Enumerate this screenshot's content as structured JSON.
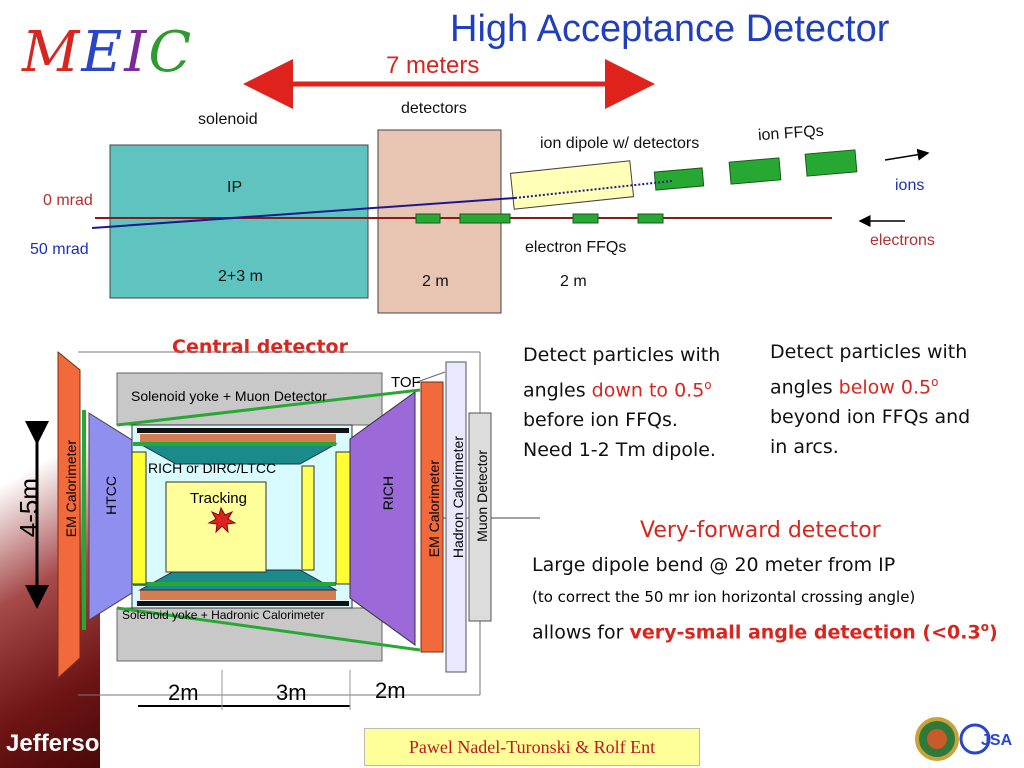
{
  "title": "High Acceptance Detector",
  "logo": {
    "letters": [
      "M",
      "E",
      "I",
      "C"
    ],
    "colors": [
      "#d8261f",
      "#2a46c8",
      "#7a2a9a",
      "#2f9a2f"
    ]
  },
  "top_diagram": {
    "length_label": "7 meters",
    "solenoid": "solenoid",
    "detectors": "detectors",
    "ion_dipole": "ion dipole w/ detectors",
    "ion_ffqs": "ion FFQs",
    "ions": "ions",
    "zero_mrad": "0 mrad",
    "fifty_mrad": "50 mrad",
    "ip": "IP",
    "len_solenoid": "2+3 m",
    "len_detectors": "2 m",
    "len_dipole": "2 m",
    "electron_ffqs": "electron FFQs",
    "electrons": "electrons"
  },
  "central": {
    "heading": "Central detector",
    "tof": "TOF",
    "yoke_top": "Solenoid yoke + Muon Detector",
    "yoke_bottom": "Solenoid yoke + Hadronic Calorimeter",
    "rich_dirc": "RICH or DIRC/LTCC",
    "tracking": "Tracking",
    "em_cal_left": "EM Calorimeter",
    "htcc": "HTCC",
    "rich": "RICH",
    "em_cal_right": "EM Calorimeter",
    "hadron_cal": "Hadron Calorimeter",
    "muon": "Muon Detector",
    "height": "4-5m",
    "dim_left": "2m",
    "dim_mid": "3m",
    "dim_right": "2m"
  },
  "text_blocks": {
    "b1": {
      "l1": "Detect particles with",
      "l2a": "angles ",
      "l2b": "down to 0.5",
      "l2c": "o",
      "l3": "before ion FFQs.",
      "l4": "Need 1-2 Tm dipole."
    },
    "b2": {
      "l1": "Detect particles with",
      "l2a": "angles ",
      "l2b": "below 0.5",
      "l2c": "o",
      "l3": "beyond ion FFQs and",
      "l4": "in arcs."
    },
    "vf": {
      "heading": "Very-forward detector",
      "l1": "Large dipole bend @ 20 meter from IP",
      "l2": "(to correct the 50 mr ion horizontal crossing angle)",
      "l3a": "allows for ",
      "l3b": "very-small angle detection (<0.3",
      "l3c": "o",
      "l3d": ")"
    }
  },
  "credit": "Pawel Nadel-Turonski & Rolf Ent",
  "footer_logo": "Jefferson Lab",
  "jsa_logo": "JSA"
}
